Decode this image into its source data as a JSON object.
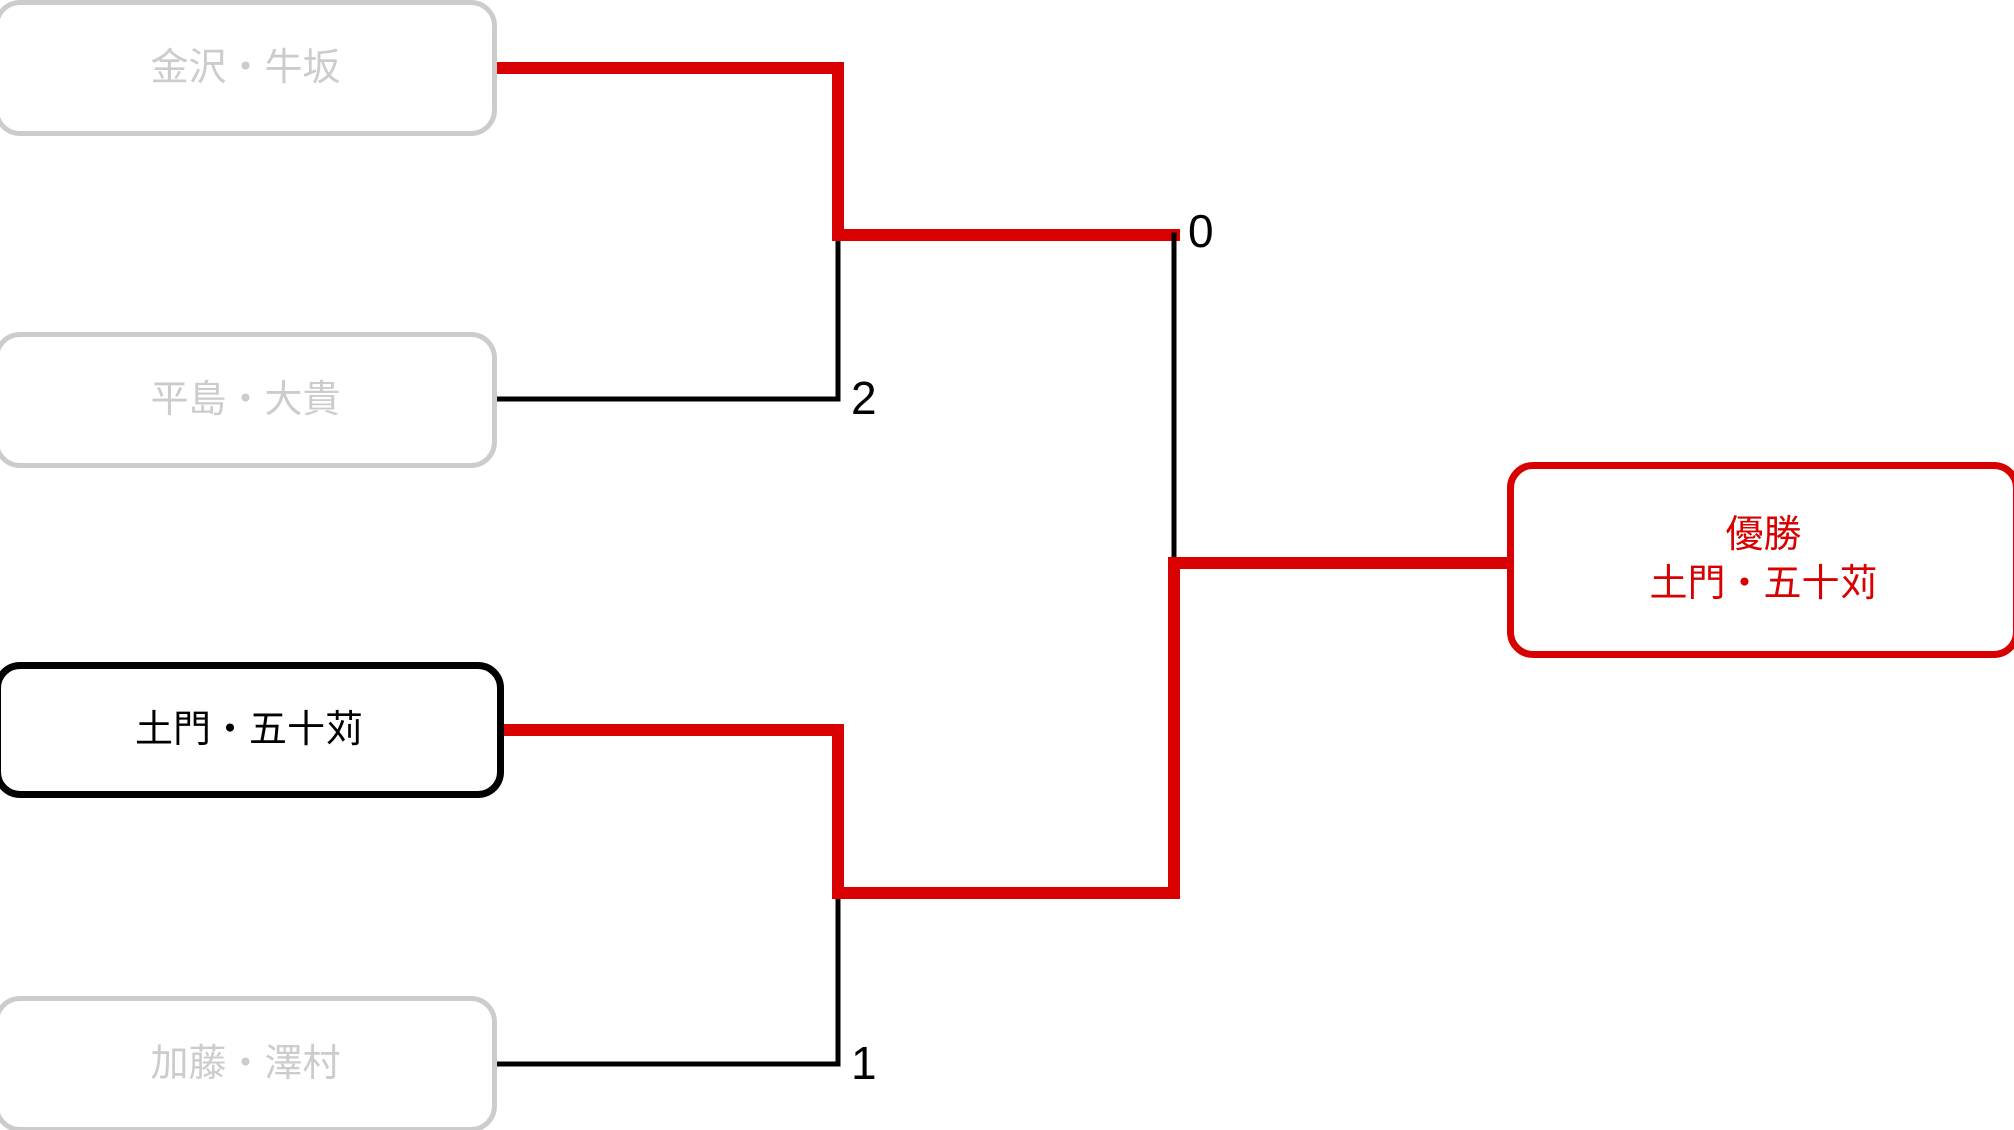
{
  "diagram": {
    "kind": "single-elimination-tournament-bracket",
    "background_color": "#ffffff",
    "colors": {
      "winner_path": "#d80000",
      "loser_path": "#000000",
      "eliminated_text": "#cccccc",
      "active_text": "#000000",
      "champion_text": "#d80000"
    }
  },
  "entrants": [
    {
      "id": "e1",
      "label": "金沢・牛坂",
      "state": "eliminated"
    },
    {
      "id": "e2",
      "label": "平島・大貴",
      "state": "eliminated"
    },
    {
      "id": "e3",
      "label": "土門・五十苅",
      "state": "active"
    },
    {
      "id": "e4",
      "label": "加藤・澤村",
      "state": "eliminated"
    }
  ],
  "scores": [
    {
      "id": "s-semifinal-upper-winner",
      "value": "0"
    },
    {
      "id": "s-semifinal-upper-loser",
      "value": "2"
    },
    {
      "id": "s-semifinal-lower-loser",
      "value": "1"
    }
  ],
  "champion": {
    "title": "優勝",
    "name": "土門・五十苅"
  }
}
